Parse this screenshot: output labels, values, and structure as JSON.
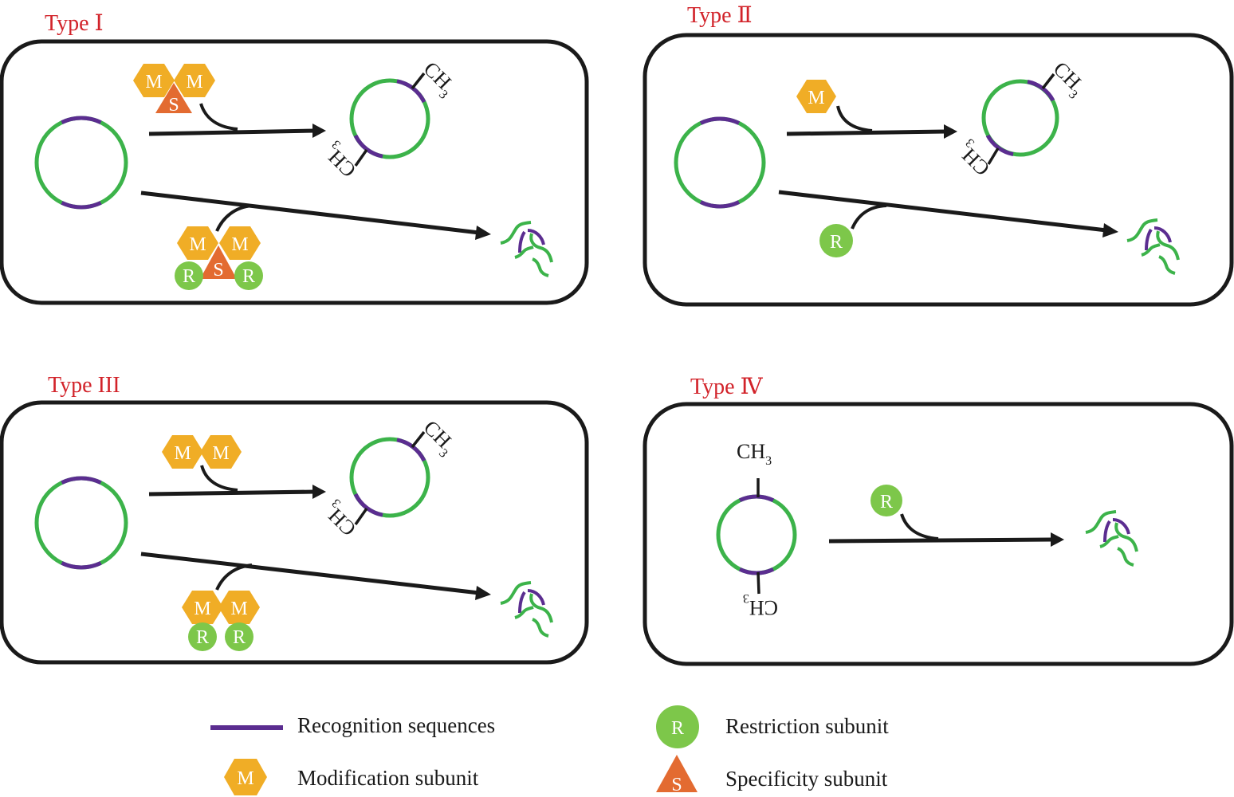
{
  "panels": [
    {
      "id": "type-1",
      "title": "Type Ⅰ",
      "modification_enzyme": [
        "M",
        "S",
        "M"
      ],
      "restriction_enzyme": [
        "M",
        "M",
        "S",
        "R",
        "R"
      ]
    },
    {
      "id": "type-2",
      "title": "Type Ⅱ",
      "modification_enzyme": [
        "M"
      ],
      "restriction_enzyme": [
        "R"
      ]
    },
    {
      "id": "type-3",
      "title": "Type III",
      "modification_enzyme": [
        "M",
        "M"
      ],
      "restriction_enzyme": [
        "M",
        "M",
        "R",
        "R"
      ]
    },
    {
      "id": "type-4",
      "title": "Type Ⅳ",
      "modification_enzyme": [],
      "restriction_enzyme": [
        "R"
      ]
    }
  ],
  "symbols": {
    "modification": "M",
    "restriction": "R",
    "specificity": "S",
    "methyl_main": "CH",
    "methyl_sub": "3"
  },
  "legend": [
    {
      "icon": "recognition-sequence-line",
      "label": "Recognition sequences"
    },
    {
      "icon": "modification-hexagon",
      "symbol": "M",
      "label": "Modification subunit"
    },
    {
      "icon": "restriction-circle",
      "symbol": "R",
      "label": "Restriction subunit"
    },
    {
      "icon": "specificity-triangle",
      "symbol": "S",
      "label": "Specificity subunit"
    }
  ],
  "colors": {
    "title": "#d2232a",
    "dna": "#3cb34a",
    "recognition": "#5b2d90",
    "modification": "#f0ad26",
    "restriction": "#7dc74a",
    "specificity": "#e36b31",
    "outline": "#1a1a1a"
  }
}
